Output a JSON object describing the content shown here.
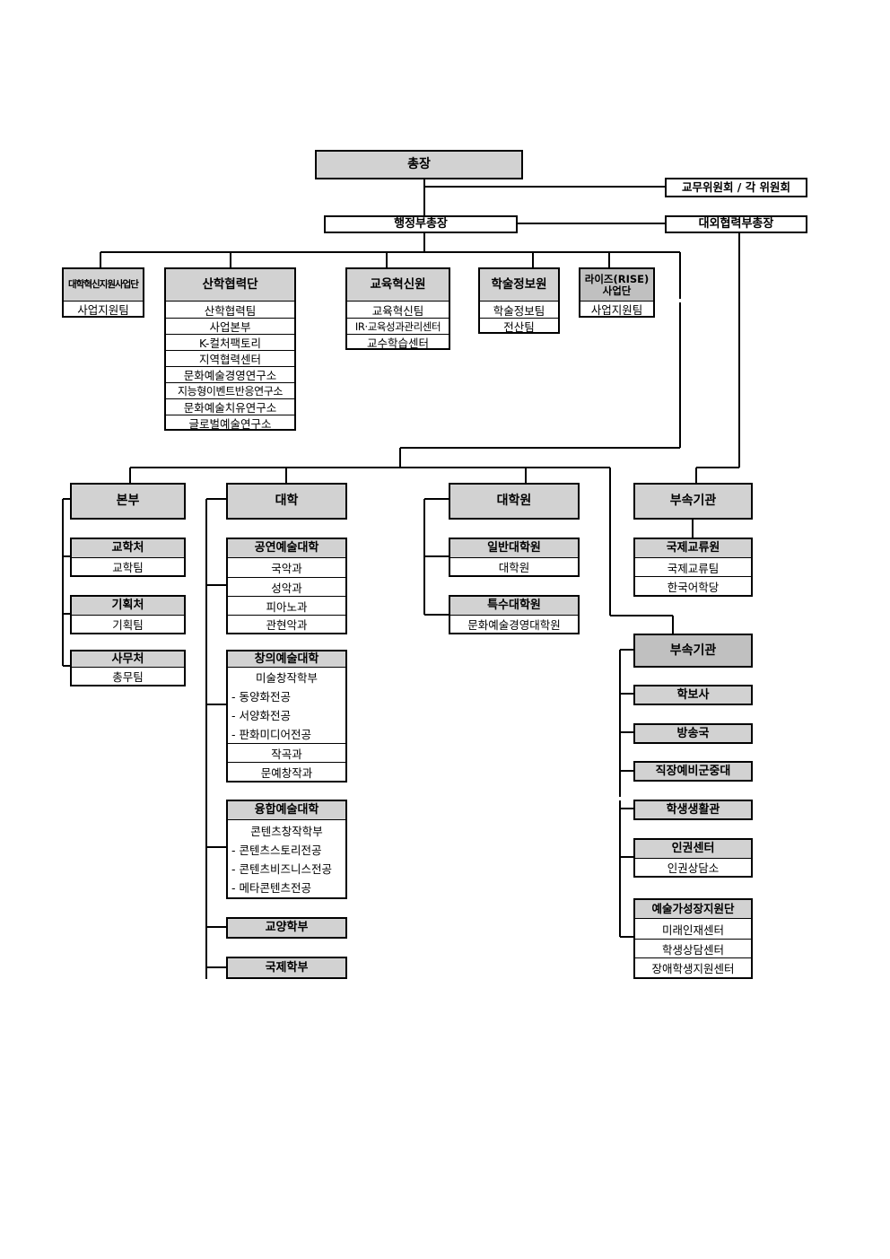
{
  "top": {
    "president": "총장",
    "committee": "교무위원회 / 각 위원회",
    "admin_vp": "행정부총장",
    "external_vp": "대외협력부총장"
  },
  "units": {
    "univ_support": {
      "title": "대학혁신지원사업단",
      "items": [
        "사업지원팀"
      ]
    },
    "industry": {
      "title": "산학협력단",
      "items": [
        "산학협력팀",
        "사업본부",
        "K-컬처팩토리",
        "지역협력센터",
        "문화예술경영연구소",
        "지능형이벤트반응연구소",
        "문화예술치유연구소",
        "글로벌예술연구소"
      ]
    },
    "edu_innovation": {
      "title": "교육혁신원",
      "items": [
        "교육혁신팀",
        "IR·교육성과관리센터",
        "교수학습센터"
      ]
    },
    "academic_info": {
      "title": "학술정보원",
      "items": [
        "학술정보팀",
        "전산팀"
      ]
    },
    "rise": {
      "title": "라이즈(RISE)\n사업단",
      "items": [
        "사업지원팀"
      ]
    }
  },
  "hq": {
    "title": "본부",
    "offices": [
      {
        "title": "교학처",
        "items": [
          "교학팀"
        ]
      },
      {
        "title": "기획처",
        "items": [
          "기획팀"
        ]
      },
      {
        "title": "사무처",
        "items": [
          "총무팀"
        ]
      }
    ]
  },
  "college": {
    "title": "대학",
    "performing": {
      "title": "공연예술대학",
      "items": [
        "국악과",
        "성악과",
        "피아노과",
        "관현악과"
      ]
    },
    "creative": {
      "title": "창의예술대학",
      "items": [
        "미술창작학부",
        "-  동양화전공",
        "-  서양화전공",
        "-  판화미디어전공",
        "작곡과",
        "문예창작과"
      ]
    },
    "convergence": {
      "title": "융합예술대학",
      "items": [
        "콘텐츠창작학부",
        "-  콘텐츠스토리전공",
        "-  콘텐츠비즈니스전공",
        "-  메타콘텐츠전공"
      ]
    },
    "liberal": "교양학부",
    "international": "국제학부"
  },
  "grad": {
    "title": "대학원",
    "general": {
      "title": "일반대학원",
      "items": [
        "대학원"
      ]
    },
    "special": {
      "title": "특수대학원",
      "items": [
        "문화예술경영대학원"
      ]
    }
  },
  "affiliated_top": {
    "title": "부속기관",
    "exchange": {
      "title": "국제교류원",
      "items": [
        "국제교류팀",
        "한국어학당"
      ]
    }
  },
  "affiliated": {
    "title": "부속기관",
    "press": "학보사",
    "broadcast": "방송국",
    "reserve": "직장예비군중대",
    "dorm": "학생생활관",
    "rights": {
      "title": "인권센터",
      "items": [
        "인권상담소"
      ]
    },
    "growth": {
      "title": "예술가성장지원단",
      "items": [
        "미래인재센터",
        "학생상담센터",
        "장애학생지원센터"
      ]
    }
  }
}
